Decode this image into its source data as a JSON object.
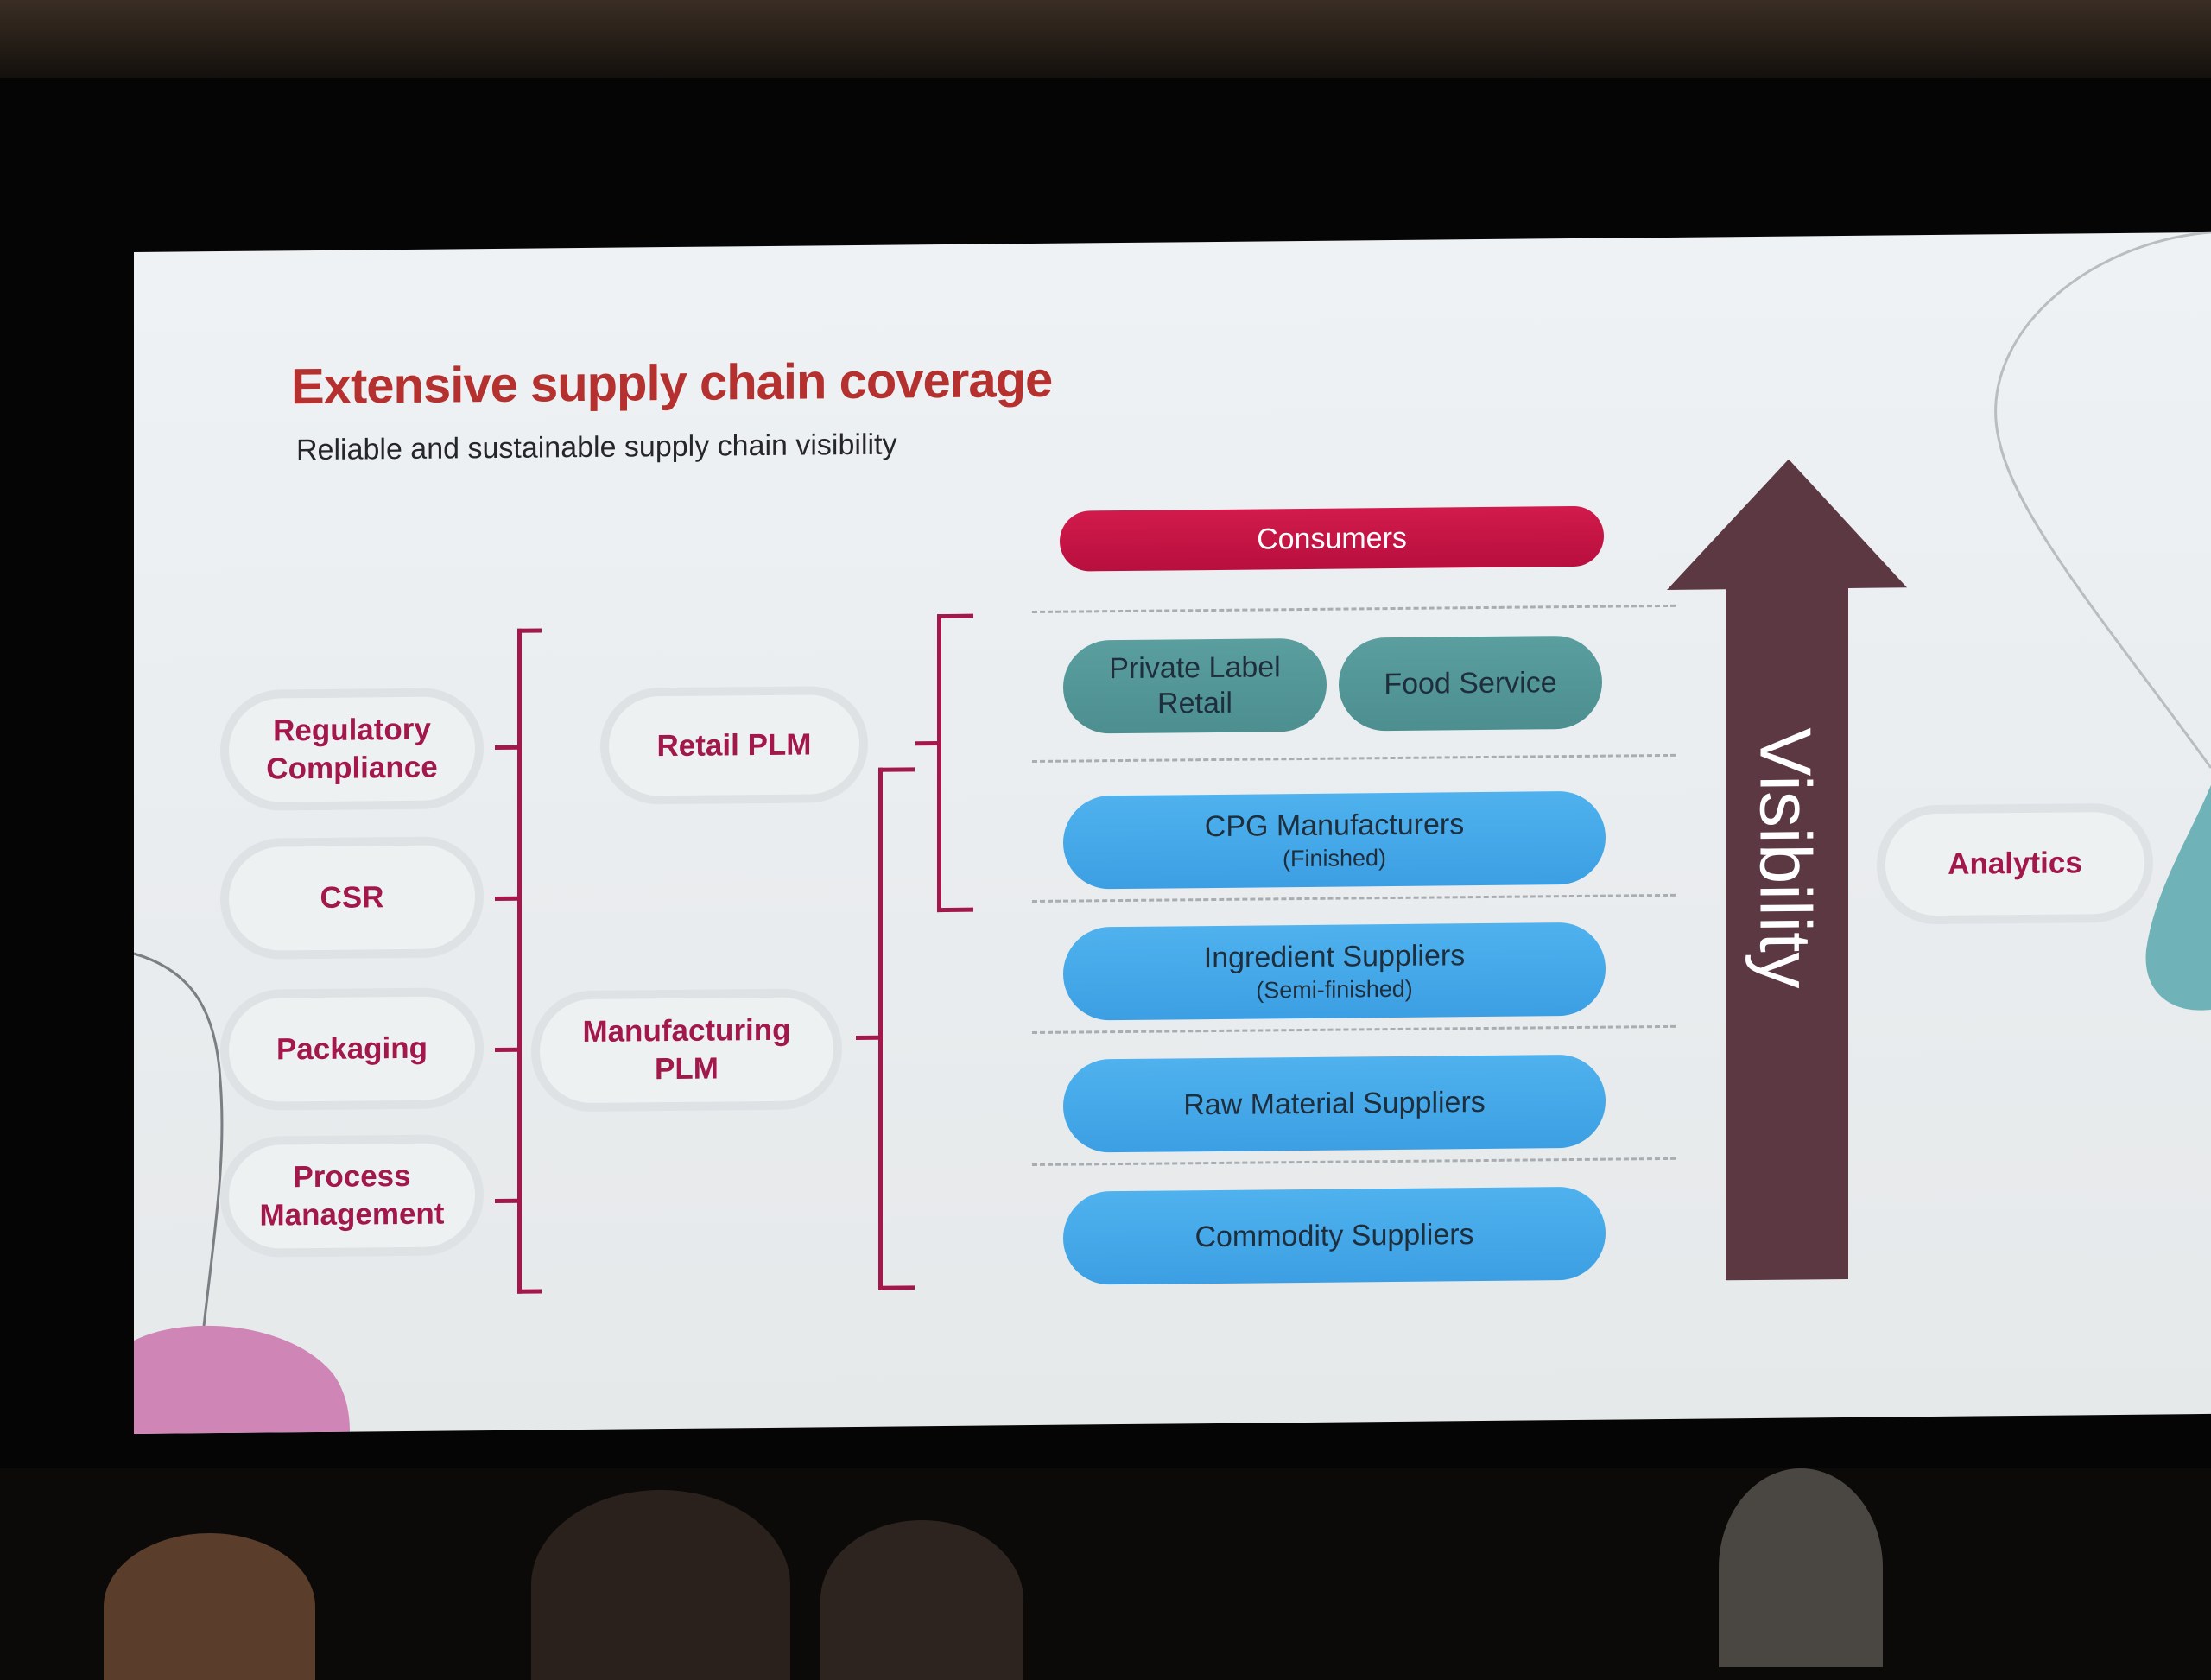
{
  "slide": {
    "title": "Extensive supply chain coverage",
    "subtitle": "Reliable and sustainable supply chain visibility"
  },
  "left_items": [
    "Regulatory\nCompliance",
    "CSR",
    "Packaging",
    "Process\nManagement"
  ],
  "plm": {
    "retail": "Retail PLM",
    "manufacturing": "Manufacturing\nPLM"
  },
  "tiers": {
    "consumers": "Consumers",
    "private_label": "Private Label\nRetail",
    "food_service": "Food Service",
    "cpg": {
      "label": "CPG Manufacturers",
      "note": "(Finished)"
    },
    "ingredient": {
      "label": "Ingredient Suppliers",
      "note": "(Semi-finished)"
    },
    "raw_material": "Raw Material Suppliers",
    "commodity": "Commodity Suppliers"
  },
  "arrow_label": "Visibility",
  "analytics": "Analytics",
  "colors": {
    "title_red": "#b5312f",
    "plum_text": "#a2184a",
    "consumers_red": "#c8154a",
    "teal": "#529697",
    "blue": "#44a6e8",
    "arrow": "#5c3843"
  }
}
